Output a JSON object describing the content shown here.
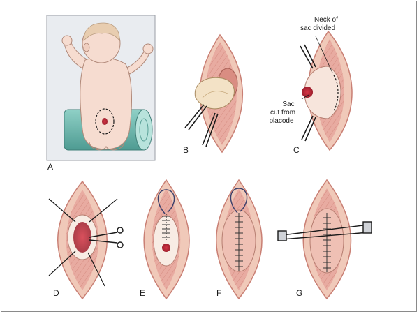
{
  "panels": {
    "a": "A",
    "b": "B",
    "c": "C",
    "d": "D",
    "e": "E",
    "f": "F",
    "g": "G"
  },
  "annotations": {
    "neck_line1": "Neck of",
    "neck_line2": "sac divided",
    "sac_line1": "Sac",
    "sac_line2": "cut from",
    "sac_line3": "placode"
  },
  "colors": {
    "skin": "#f0c9b9",
    "incision_edge": "#c97f74",
    "muscle": "#e6a99f",
    "placode": "#c42a3a",
    "towel": "#6fb7ae",
    "panel_bg": "#e9ecf0"
  }
}
